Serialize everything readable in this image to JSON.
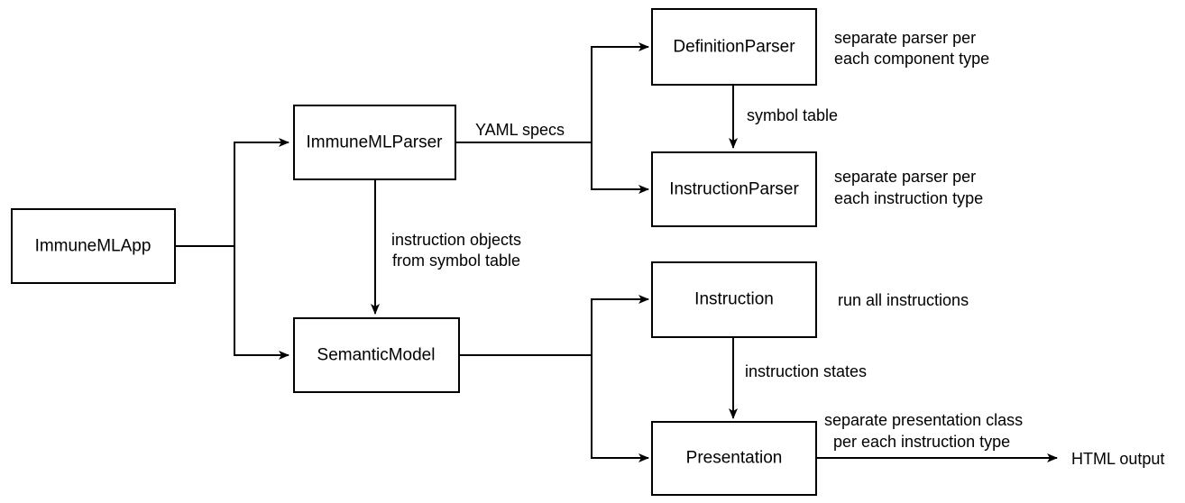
{
  "nodes": {
    "immuneml_app": "ImmuneMLApp",
    "immuneml_parser": "ImmuneMLParser",
    "semantic_model": "SemanticModel",
    "definition_parser": "DefinitionParser",
    "instruction_parser": "InstructionParser",
    "instruction": "Instruction",
    "presentation": "Presentation"
  },
  "edge_labels": {
    "yaml_specs": "YAML specs",
    "symbol_table": "symbol table",
    "instruction_objects_1": "instruction objects",
    "instruction_objects_2": "from symbol table",
    "instruction_states": "instruction states"
  },
  "notes": {
    "definition_parser_1": "separate parser per",
    "definition_parser_2": "each component type",
    "instruction_parser_1": "separate parser per",
    "instruction_parser_2": "each instruction type",
    "instruction": "run all instructions",
    "presentation_1": "separate presentation class",
    "presentation_2": "per each instruction type"
  },
  "output_label": "HTML output"
}
